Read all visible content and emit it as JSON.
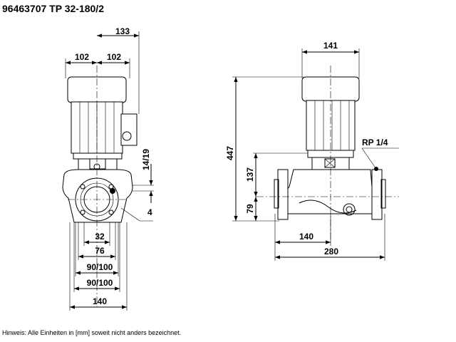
{
  "header": {
    "title": "96463707 TP 32-180/2"
  },
  "footer": {
    "note": "Hinweis: Alle Einheiten in [mm] soweit nicht anders bezeichnet."
  },
  "dimensions": {
    "front_width_133": "133",
    "front_left_102": "102",
    "front_right_102": "102",
    "front_side_14_19": "14/19",
    "front_4": "4",
    "front_32": "32",
    "front_76": "76",
    "front_90_100_a": "90/100",
    "front_90_100_b": "90/100",
    "front_140": "140",
    "side_top_141": "141",
    "side_height_447": "447",
    "side_height_137": "137",
    "side_height_79": "79",
    "side_rp": "RP 1/4",
    "side_bottom_140": "140",
    "side_bottom_280": "280"
  }
}
